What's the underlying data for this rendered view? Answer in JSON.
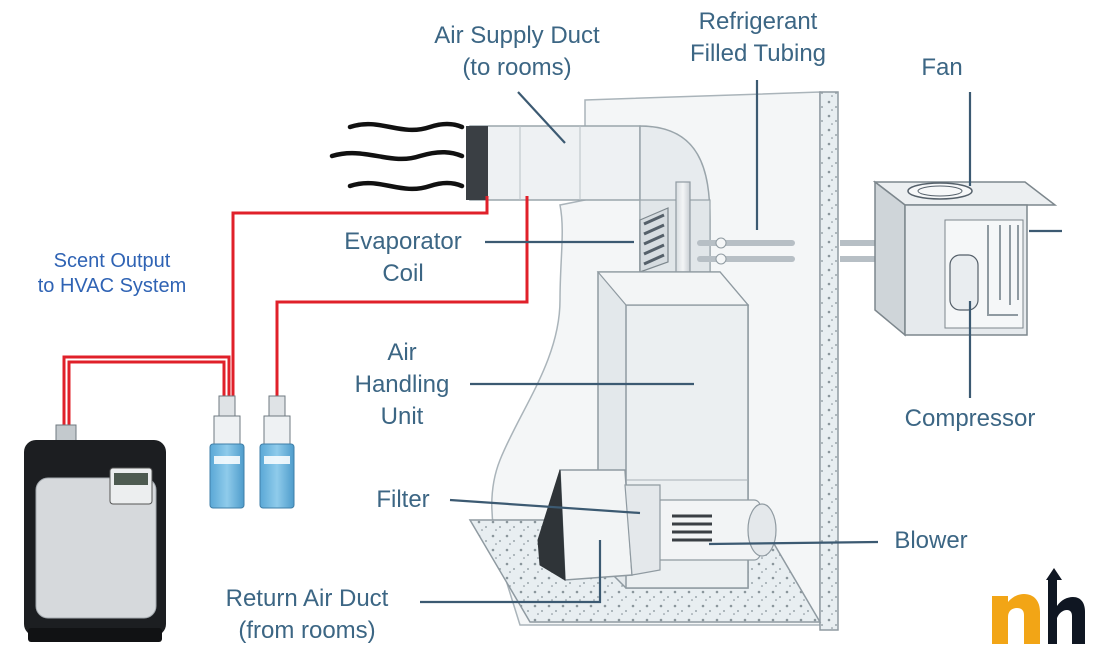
{
  "labels": {
    "air_supply": [
      "Air Supply Duct",
      "(to rooms)"
    ],
    "refrigerant": [
      "Refrigerant",
      "Filled Tubing"
    ],
    "fan": "Fan",
    "evaporator": [
      "Evaporator",
      "Coil"
    ],
    "scent": [
      "Scent Output",
      "to HVAC System"
    ],
    "air_handling": [
      "Air",
      "Handling",
      "Unit"
    ],
    "compressor": "Compressor",
    "filter": "Filter",
    "blower": "Blower",
    "return_air": [
      "Return Air Duct",
      "(from rooms)"
    ]
  },
  "logo": {
    "text": "nh"
  },
  "colors": {
    "label": "#3c6684",
    "scent_label": "#2f63b4",
    "leader_line": "#3c5a72",
    "scent_tube": "#e0202a",
    "logo_n": "#f2a516",
    "logo_h": "#0f1622"
  }
}
